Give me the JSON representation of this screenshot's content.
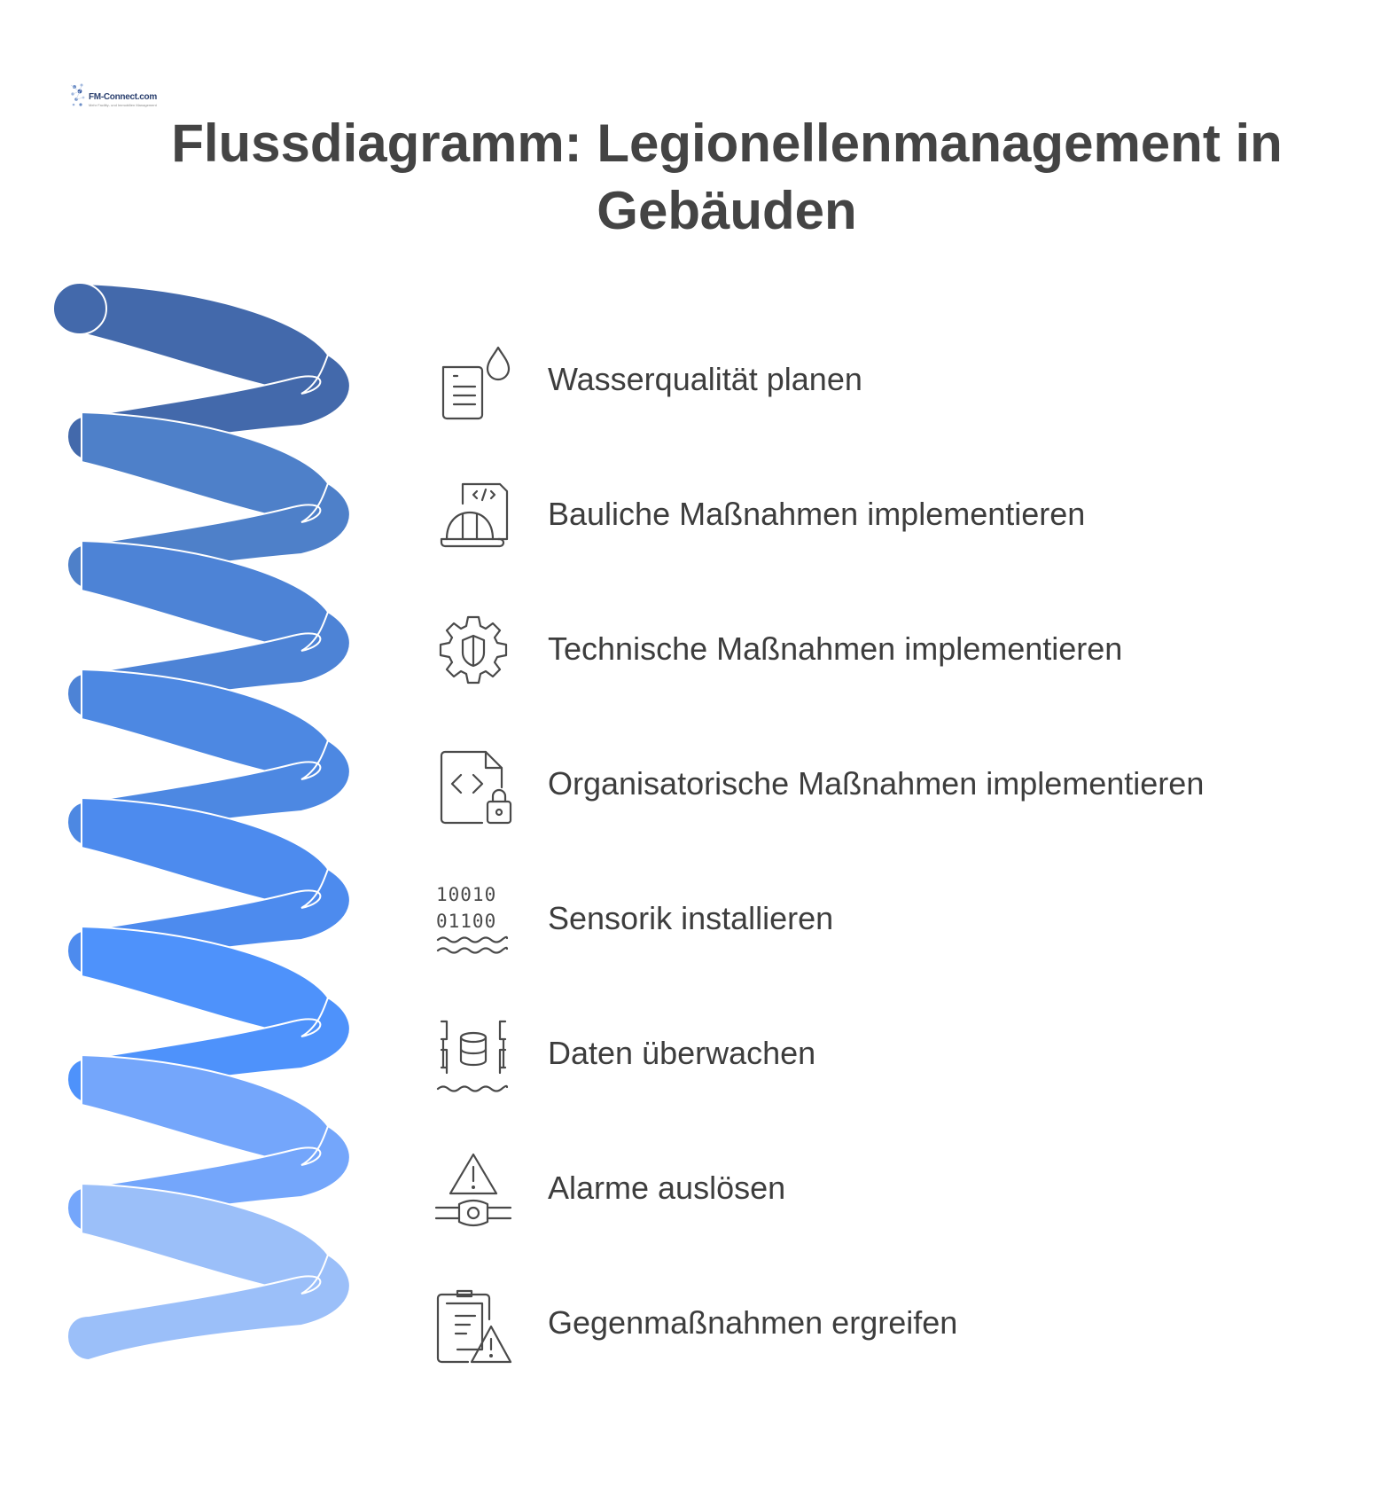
{
  "logo": {
    "name": "FM-Connect.com",
    "tagline": "Mehr Facility- und Immobilien Management"
  },
  "title": "Flussdiagramm: Legionellenmanagement in Gebäuden",
  "colors": {
    "spiral": [
      "#4369ab",
      "#4e80c9",
      "#4d83d6",
      "#4d88e2",
      "#4d8bee",
      "#4e92fb",
      "#74a6fb",
      "#9bbff9"
    ],
    "text": "#3d3d3d",
    "icon": "#4a4a4a"
  },
  "steps": [
    {
      "label": "Wasserqualität planen",
      "icon": "document-water-drop-icon"
    },
    {
      "label": "Bauliche Maßnahmen implementieren",
      "icon": "hard-hat-code-icon"
    },
    {
      "label": "Technische Maßnahmen implementieren",
      "icon": "gear-shield-icon"
    },
    {
      "label": "Organisatorische Maßnahmen implementieren",
      "icon": "code-file-lock-icon"
    },
    {
      "label": "Sensorik installieren",
      "icon": "binary-water-icon",
      "icon_text": [
        "10010",
        "01100"
      ]
    },
    {
      "label": "Daten überwachen",
      "icon": "database-water-icon"
    },
    {
      "label": "Alarme auslösen",
      "icon": "warning-valve-icon"
    },
    {
      "label": "Gegenmaßnahmen ergreifen",
      "icon": "clipboard-warning-icon"
    }
  ]
}
